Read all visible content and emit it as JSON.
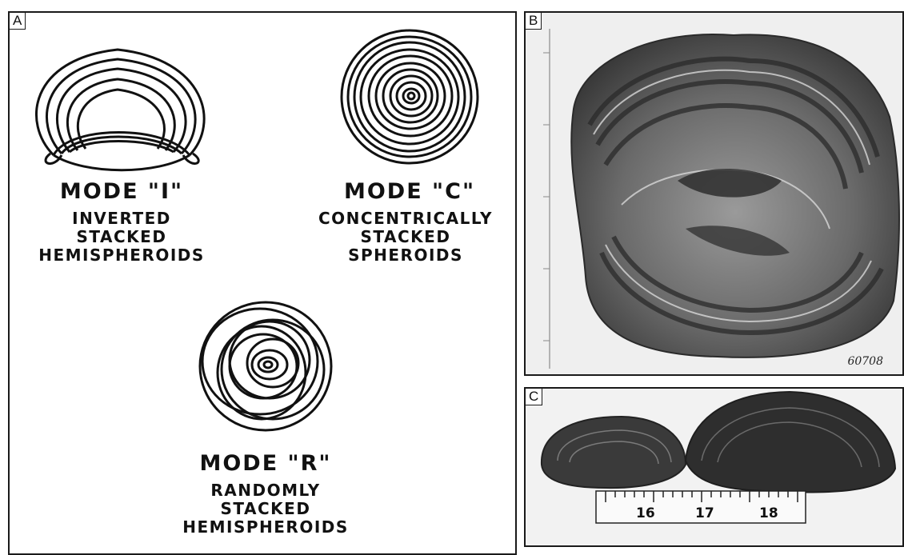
{
  "panels": {
    "a": {
      "label": "A",
      "modes": {
        "i": {
          "title": "MODE \"I\"",
          "line1": "INVERTED",
          "line2": "STACKED",
          "line3": "HEMISPHEROIDS"
        },
        "c": {
          "title": "MODE \"C\"",
          "line1": "CONCENTRICALLY",
          "line2": "STACKED",
          "line3": "SPHEROIDS"
        },
        "r": {
          "title": "MODE \"R\"",
          "line1": "RANDOMLY",
          "line2": "STACKED",
          "line3": "HEMISPHEROIDS"
        }
      }
    },
    "b": {
      "label": "B",
      "sample_id": "60708"
    },
    "c": {
      "label": "C",
      "ruler": [
        "16",
        "17",
        "18"
      ]
    }
  },
  "colors": {
    "ink": "#111111",
    "photo_dark": "#2a2a2a",
    "photo_mid": "#7a7a7a",
    "photo_light": "#cfcfcf"
  }
}
